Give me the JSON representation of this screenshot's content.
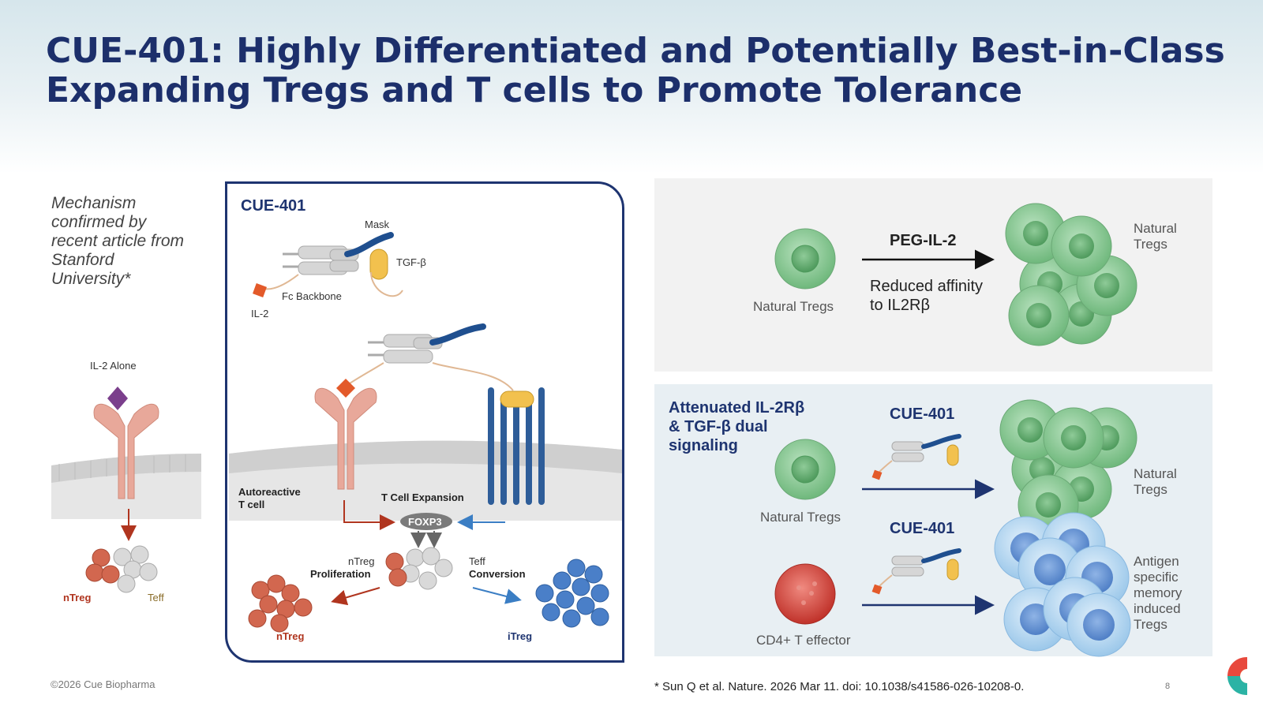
{
  "title": {
    "line1": "CUE-401: Highly Differentiated and Potentially Best-in-Class",
    "line2": "Expanding Tregs and T cells to Promote Tolerance"
  },
  "side_note": "Mechanism confirmed by recent article from Stanford University*",
  "left_diagram": {
    "il2_alone": "IL-2 Alone",
    "ntreg": "nTreg",
    "teff": "Teff"
  },
  "center_panel": {
    "title": "CUE-401",
    "mask": "Mask",
    "tgfb": "TGF-β",
    "fc_backbone": "Fc Backbone",
    "il2": "IL-2",
    "autoreactive_line1": "Autoreactive",
    "autoreactive_line2": "T cell",
    "t_cell_expansion": "T Cell Expansion",
    "foxp3": "FOXP3",
    "ntreg_small": "nTreg",
    "proliferation": "Proliferation",
    "teff_small": "Teff",
    "conversion": "Conversion",
    "ntreg_bottom": "nTreg",
    "itreg": "iTreg"
  },
  "top_right": {
    "natural_tregs_left": "Natural Tregs",
    "peg_il2": "PEG-IL-2",
    "reduced_line1": "Reduced affinity",
    "reduced_line2": "to IL2Rβ",
    "natural_right_line1": "Natural",
    "natural_right_line2": "Tregs"
  },
  "bottom_right": {
    "header_line1": "Attenuated IL-2Rβ",
    "header_line2": "& TGF-β dual",
    "header_line3": "signaling",
    "cue401_a": "CUE-401",
    "cue401_b": "CUE-401",
    "natural_tregs_left": "Natural Tregs",
    "cd4": "CD4+ T effector",
    "natural_right_line1": "Natural",
    "natural_right_line2": "Tregs",
    "antigen_lines": [
      "Antigen",
      "specific",
      "memory",
      "induced",
      "Tregs"
    ]
  },
  "footer": {
    "copyright": "©2026 Cue Biopharma",
    "citation": "* Sun Q et al. Nature. 2026 Mar 11. doi: 10.1038/s41586-026-10208-0.",
    "page": "8"
  },
  "colors": {
    "navy": "#1e3470",
    "green": "#7ec48a",
    "red": "#c0392b",
    "blue": "#4a7fc8",
    "salmon": "#e8a89a"
  },
  "icons": [
    "cue-logo-icon",
    "arrow-icon",
    "receptor-icon",
    "cell-icon",
    "molecule-icon"
  ]
}
